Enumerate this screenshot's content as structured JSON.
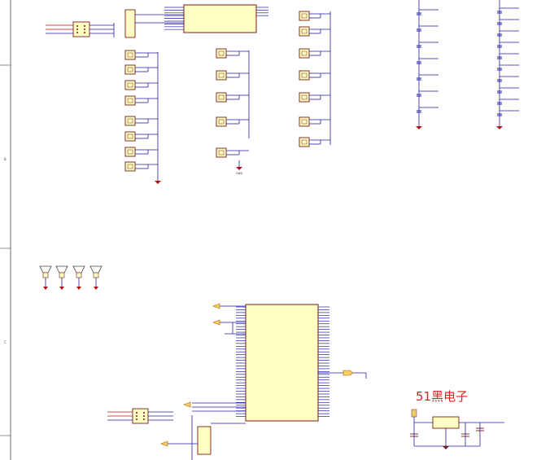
{
  "watermark": "51黑电子",
  "frame": {
    "zone_labels": [
      "B",
      "C"
    ]
  },
  "labels": {
    "gnd": "GND"
  },
  "colors": {
    "wire": "#1f1fa6",
    "part_fill": "#ffffc4",
    "part_stroke": "#7a1a1a",
    "brand": "#e02020",
    "background": "#ffffff"
  }
}
